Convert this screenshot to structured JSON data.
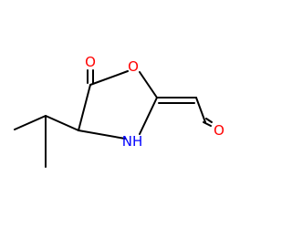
{
  "structure": {
    "atoms": {
      "carbonyl_oxygen": "O",
      "ring_oxygen": "O",
      "ring_nitrogen": "NH",
      "aldehyde_oxygen": "O"
    },
    "colors": {
      "oxygen": "#ff0000",
      "nitrogen": "#0000ff",
      "bond": "#000000",
      "background": "#ffffff"
    }
  }
}
